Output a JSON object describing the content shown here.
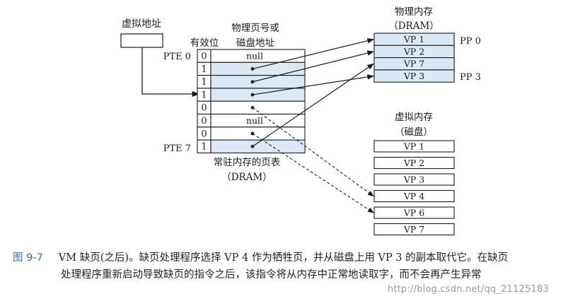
{
  "virtual_address_label": "虚拟地址",
  "pt_header_valid": "有效位",
  "pt_header_addr_l1": "物理页号或",
  "pt_header_addr_l2": "磁盘地址",
  "pte_first_label": "PTE 0",
  "pte_last_label": "PTE 7",
  "page_table_rows": [
    {
      "valid": "0",
      "addr": "null"
    },
    {
      "valid": "1",
      "addr": ""
    },
    {
      "valid": "1",
      "addr": ""
    },
    {
      "valid": "1",
      "addr": ""
    },
    {
      "valid": "0",
      "addr": ""
    },
    {
      "valid": "0",
      "addr": "null"
    },
    {
      "valid": "0",
      "addr": ""
    },
    {
      "valid": "1",
      "addr": ""
    }
  ],
  "pt_caption_l1": "常驻内存的页表",
  "pt_caption_l2": "（DRAM）",
  "physical_mem_title_l1": "物理内存",
  "physical_mem_title_l2": "（DRAM）",
  "physical_pages": [
    "VP 1",
    "VP 2",
    "VP 7",
    "VP 3"
  ],
  "pp_first_label": "PP 0",
  "pp_last_label": "PP 3",
  "virtual_mem_title_l1": "虚拟内存",
  "virtual_mem_title_l2": "（磁盘）",
  "disk_pages": [
    "VP 1",
    "VP 2",
    "VP 3",
    "VP 4",
    "VP 6",
    "VP 7"
  ],
  "caption_fig": "图 9-7",
  "caption_line1": "VM 缺页(之后)。缺页处理程序选择 VP 4 作为牺牲页，并从磁盘上用 VP 3 的副本取代它。在缺页",
  "caption_line2": "处理程序重新启动导致缺页的指令之后，该指令将从内存中正常地读取字，而不会再产生异常",
  "watermark": "http://blog.csdn.net/qq_21125183"
}
